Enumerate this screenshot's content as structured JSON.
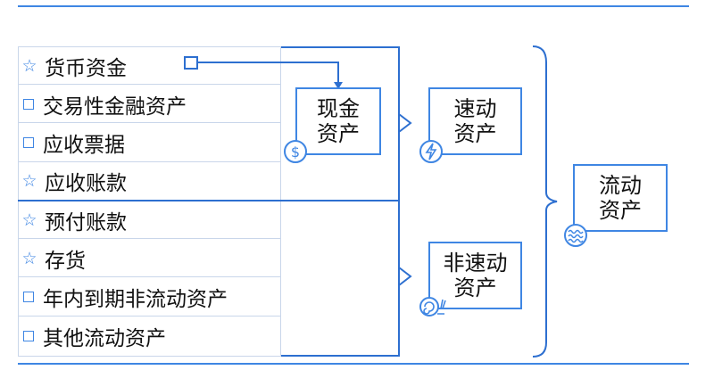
{
  "items": [
    {
      "label": "货币资金",
      "marker": "star"
    },
    {
      "label": "交易性金融资产",
      "marker": "square"
    },
    {
      "label": "应收票据",
      "marker": "square"
    },
    {
      "label": "应收账款",
      "marker": "star"
    },
    {
      "label": "预付账款",
      "marker": "star"
    },
    {
      "label": "存货",
      "marker": "star"
    },
    {
      "label": "年内到期非流动资产",
      "marker": "square"
    },
    {
      "label": "其他流动资产",
      "marker": "square"
    }
  ],
  "boxes": {
    "cash": {
      "line1": "现金",
      "line2": "资产",
      "icon": "dollar-icon"
    },
    "quick": {
      "line1": "速动",
      "line2": "资产",
      "icon": "lightning-icon"
    },
    "nonquick": {
      "line1": "非速动",
      "line2": "资产",
      "icon": "snail-icon"
    },
    "current": {
      "line1": "流动",
      "line2": "资产",
      "icon": "waves-icon"
    }
  },
  "colors": {
    "accent": "#3f86e3",
    "line": "#2d6fd0"
  }
}
